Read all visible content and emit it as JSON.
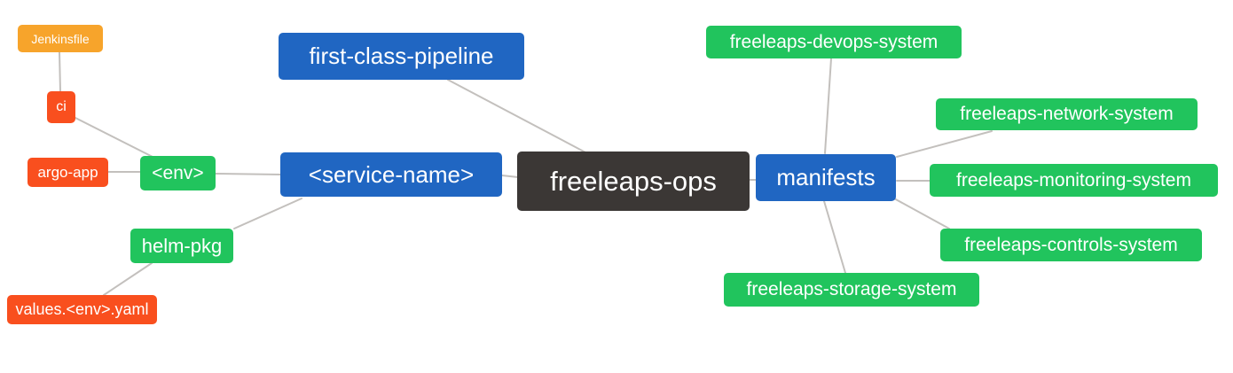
{
  "diagram": {
    "type": "mindmap",
    "root_label": "freeleaps-ops",
    "colors": {
      "blue": "#2066c2",
      "green": "#21c45d",
      "red": "#f94f1e",
      "amber": "#f7a42b",
      "dark": "#3b3735",
      "edge": "#c3c0bd",
      "background": "#ffffff",
      "text": "#ffffff"
    },
    "nodes": [
      {
        "id": "freeleaps-ops",
        "label": "freeleaps-ops",
        "color": "dark"
      },
      {
        "id": "first-class-pipeline",
        "label": "first-class-pipeline",
        "color": "blue"
      },
      {
        "id": "service-name",
        "label": "<service-name>",
        "color": "blue"
      },
      {
        "id": "manifests",
        "label": "manifests",
        "color": "blue"
      },
      {
        "id": "env",
        "label": "<env>",
        "color": "green"
      },
      {
        "id": "helm-pkg",
        "label": "helm-pkg",
        "color": "green"
      },
      {
        "id": "ci",
        "label": "ci",
        "color": "red"
      },
      {
        "id": "argo-app",
        "label": "argo-app",
        "color": "red"
      },
      {
        "id": "jenkinsfile",
        "label": "Jenkinsfile",
        "color": "amber"
      },
      {
        "id": "values-env-yaml",
        "label": "values.<env>.yaml",
        "color": "red"
      },
      {
        "id": "freeleaps-devops-system",
        "label": "freeleaps-devops-system",
        "color": "green"
      },
      {
        "id": "freeleaps-network-system",
        "label": "freeleaps-network-system",
        "color": "green"
      },
      {
        "id": "freeleaps-monitoring-system",
        "label": "freeleaps-monitoring-system",
        "color": "green"
      },
      {
        "id": "freeleaps-controls-system",
        "label": "freeleaps-controls-system",
        "color": "green"
      },
      {
        "id": "freeleaps-storage-system",
        "label": "freeleaps-storage-system",
        "color": "green"
      }
    ],
    "edges": [
      {
        "from": "freeleaps-ops",
        "to": "first-class-pipeline"
      },
      {
        "from": "freeleaps-ops",
        "to": "service-name"
      },
      {
        "from": "freeleaps-ops",
        "to": "manifests"
      },
      {
        "from": "service-name",
        "to": "env"
      },
      {
        "from": "service-name",
        "to": "helm-pkg"
      },
      {
        "from": "env",
        "to": "argo-app"
      },
      {
        "from": "env",
        "to": "ci"
      },
      {
        "from": "ci",
        "to": "jenkinsfile"
      },
      {
        "from": "helm-pkg",
        "to": "values-env-yaml"
      },
      {
        "from": "manifests",
        "to": "freeleaps-devops-system"
      },
      {
        "from": "manifests",
        "to": "freeleaps-network-system"
      },
      {
        "from": "manifests",
        "to": "freeleaps-monitoring-system"
      },
      {
        "from": "manifests",
        "to": "freeleaps-controls-system"
      },
      {
        "from": "manifests",
        "to": "freeleaps-storage-system"
      }
    ]
  }
}
